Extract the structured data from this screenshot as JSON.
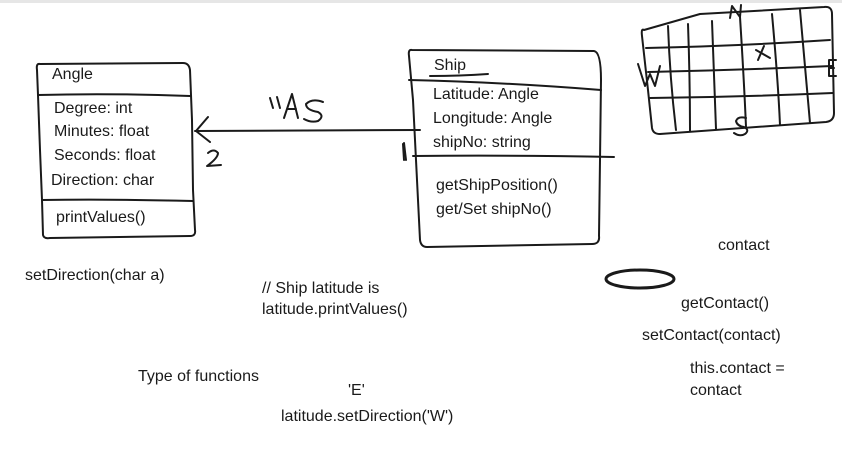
{
  "angle_class": {
    "name": "Angle",
    "attributes": [
      "Degree: int",
      "Minutes: float",
      "Seconds: float",
      "Direction: char"
    ],
    "methods": [
      "printValues()"
    ]
  },
  "ship_class": {
    "name": "Ship",
    "attributes": [
      "Latitude: Angle",
      "Longitude: Angle",
      "shipNo: string"
    ],
    "methods": [
      "getShipPosition()",
      "get/Set shipNo()"
    ]
  },
  "association": {
    "label": "#AS",
    "angle_multiplicity": "2",
    "ship_multiplicity": "1"
  },
  "compass": {
    "north": "N",
    "south": "S",
    "west": "W",
    "east": "E"
  },
  "notes": {
    "set_direction": "setDirection(char a)",
    "comment_line1": "// Ship latitude is",
    "comment_line2": "latitude.printValues()",
    "type_of_functions": "Type of functions",
    "e_char": "'E'",
    "set_direction_call": "latitude.setDirection('W')",
    "contact": "contact",
    "get_contact": "getContact()",
    "set_contact": "setContact(contact)",
    "this_contact_1": "this.contact =",
    "this_contact_2": "contact"
  },
  "colors": {
    "ink": "#1a1a1a",
    "background": "#ffffff"
  }
}
